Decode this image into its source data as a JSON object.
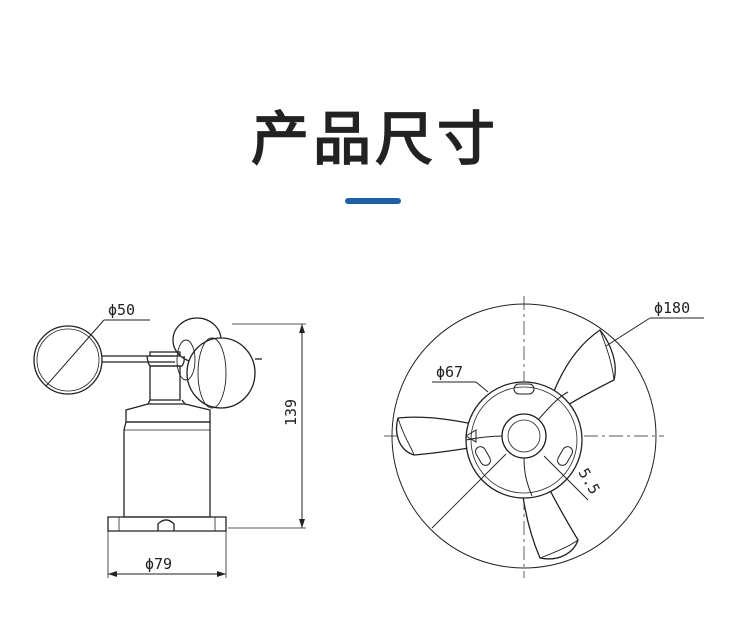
{
  "header": {
    "title": "产品尺寸",
    "accent_color": "#1f5fa8"
  },
  "side_view": {
    "cup_diameter_label": "ϕ50",
    "height_label": "139",
    "base_diameter_label": "ϕ79"
  },
  "top_view": {
    "outer_diameter_label": "ϕ180",
    "flange_diameter_label": "ϕ67",
    "hole_diameter_label": "5.5"
  }
}
